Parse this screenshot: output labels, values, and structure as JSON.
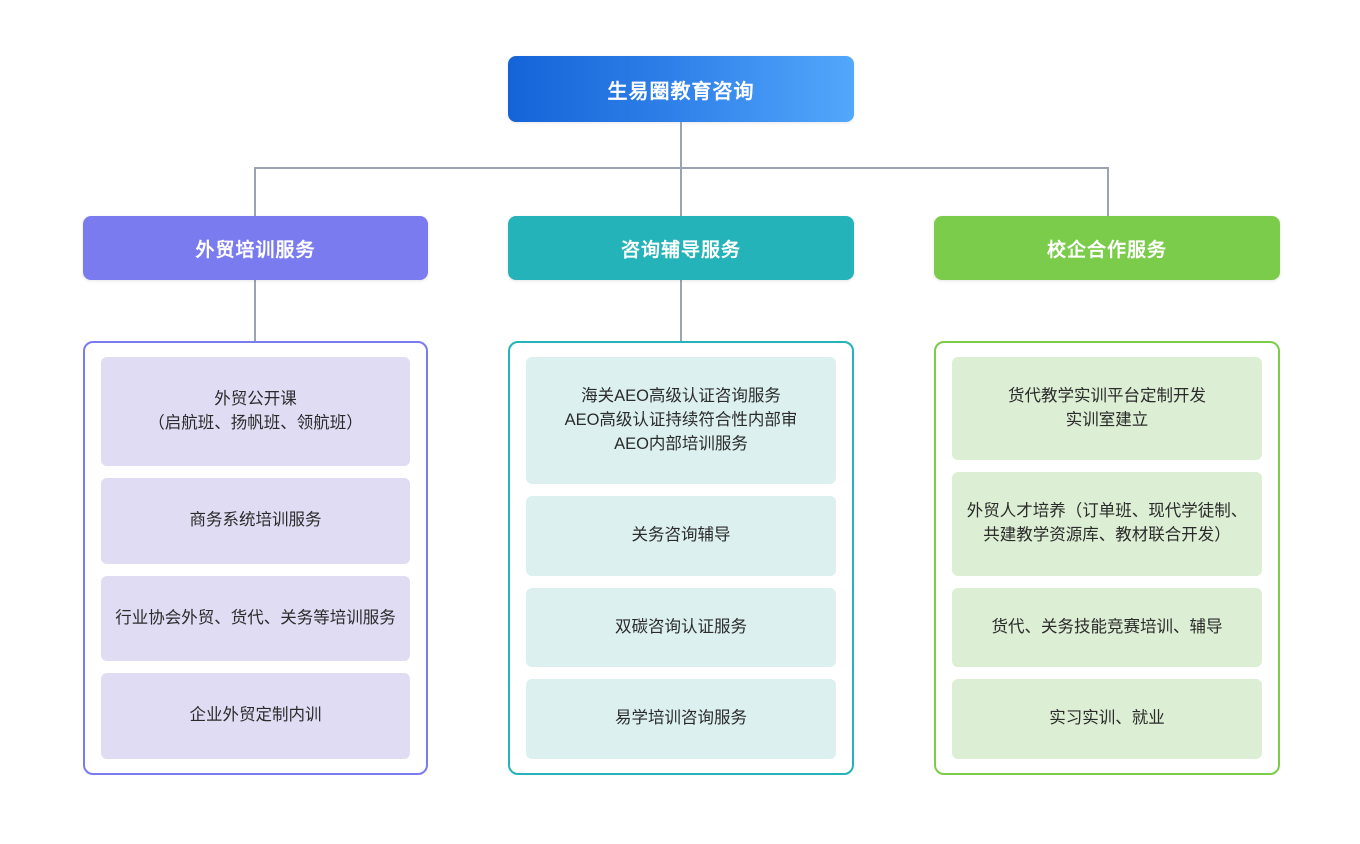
{
  "diagram": {
    "type": "organization-chart",
    "root": {
      "label": "生易圈教育咨询",
      "color": "#2e7ee8",
      "gradient_from": "#1464d8",
      "gradient_to": "#52a8fb"
    },
    "branches": [
      {
        "id": "foreign-trade-training",
        "header": "外贸培训服务",
        "color": "#7b7bf0",
        "item_bg": "#e0dcf4",
        "items": [
          "外贸公开课\n（启航班、扬帆班、领航班）",
          "商务系统培训服务",
          "行业协会外贸、货代、关务等培训服务",
          "企业外贸定制内训"
        ]
      },
      {
        "id": "consulting-tutoring",
        "header": "咨询辅导服务",
        "color": "#23b3b8",
        "item_bg": "#dcf0f0",
        "items": [
          "海关AEO高级认证咨询服务\nAEO高级认证持续符合性内部审\nAEO内部培训服务",
          "关务咨询辅导",
          "双碳咨询认证服务",
          "易学培训咨询服务"
        ]
      },
      {
        "id": "school-enterprise-cooperation",
        "header": "校企合作服务",
        "color": "#7bcc4a",
        "item_bg": "#dceed4",
        "items": [
          "货代教学实训平台定制开发\n实训室建立",
          "外贸人才培养（订单班、现代学徒制、共建教学资源库、教材联合开发）",
          "货代、关务技能竞赛培训、辅导",
          "实习实训、就业"
        ]
      }
    ],
    "connector_color": "#9aa5b1"
  }
}
